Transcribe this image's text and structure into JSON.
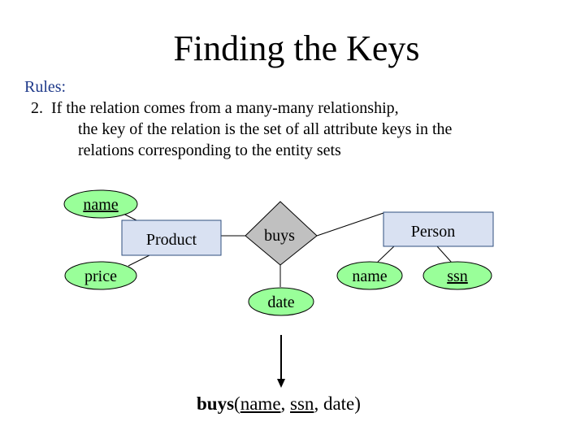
{
  "slide": {
    "title": "Finding the Keys",
    "rules": {
      "label": "Rules:",
      "item_number": "2.",
      "line1": "If the relation comes from a many-many relationship,",
      "line2": "the key of the relation is the set of all attribute keys in the",
      "line3": "relations corresponding to the entity sets"
    }
  },
  "diagram": {
    "colors": {
      "attribute_fill": "#99ff99",
      "entity_fill": "#d9e1f2",
      "entity_stroke": "#2f4f7f",
      "relationship_fill": "#c0c0c0"
    },
    "entities": {
      "product": "Product",
      "person": "Person"
    },
    "relationship": "buys",
    "attributes": {
      "product_name": "name",
      "product_price": "price",
      "buys_date": "date",
      "person_name": "name",
      "person_ssn": "ssn"
    }
  },
  "formula": {
    "relation": "buys",
    "open": "(",
    "key1": "name",
    "sep1": ", ",
    "key2": "ssn",
    "sep2": ", ",
    "attr": "date",
    "close": ")"
  }
}
